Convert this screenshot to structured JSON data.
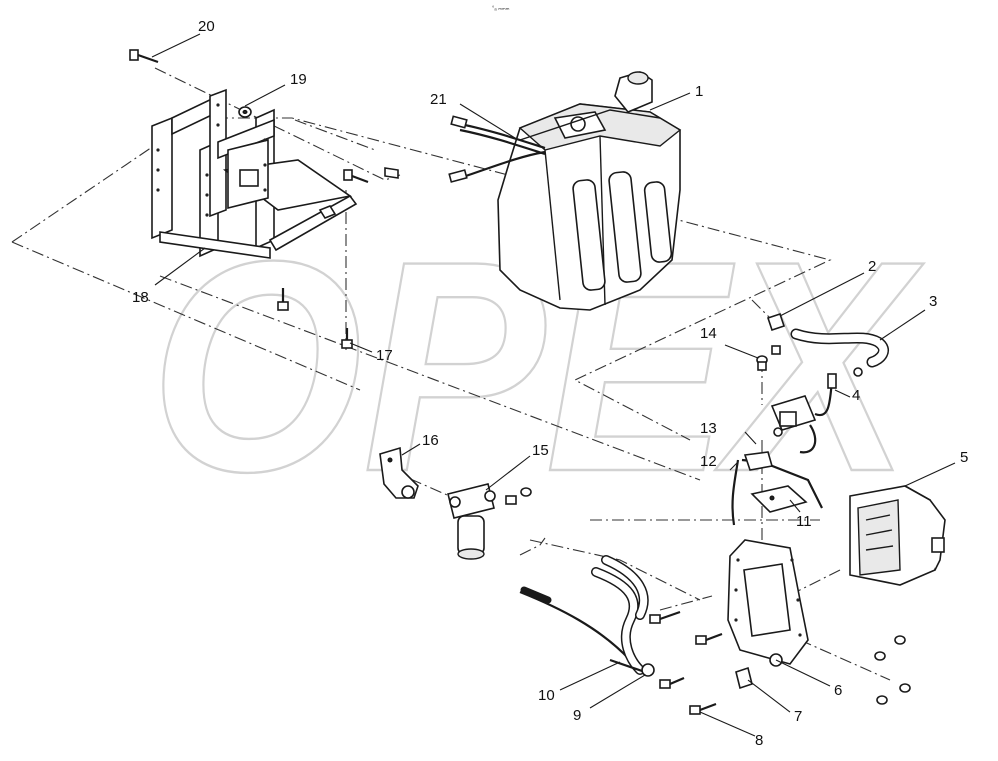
{
  "diagram": {
    "header_mark": "°ₐ ₘₘₘ",
    "watermark": "OPEX",
    "callouts": [
      "1",
      "2",
      "3",
      "4",
      "5",
      "6",
      "7",
      "8",
      "9",
      "10",
      "11",
      "12",
      "13",
      "14",
      "15",
      "16",
      "17",
      "18",
      "19",
      "20",
      "21"
    ]
  }
}
